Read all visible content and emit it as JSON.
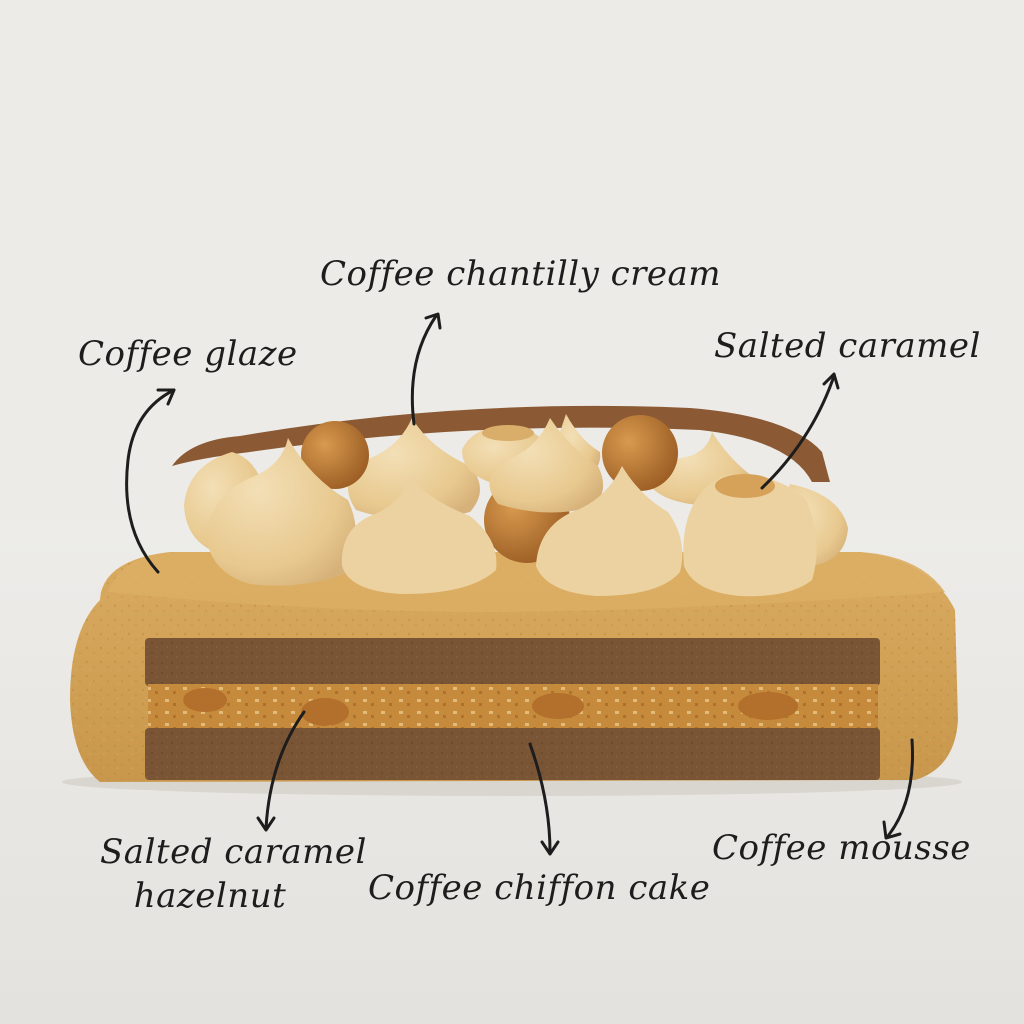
{
  "labels": {
    "coffee_glaze": "Coffee glaze",
    "coffee_chantilly_cream": "Coffee chantilly cream",
    "salted_caramel": "Salted caramel",
    "salted_caramel_hazelnut_line1": "Salted caramel",
    "salted_caramel_hazelnut_line2": "hazelnut",
    "coffee_chiffon_cake": "Coffee chiffon cake",
    "coffee_mousse": "Coffee mousse"
  },
  "colors": {
    "background": "#ecebe8",
    "floor": "#e7e5e1",
    "mousse": "#d4a45a",
    "mousse_shadow": "#c59549",
    "chiffon_cake": "#7a5535",
    "caramel_layer": "#c68a3c",
    "hazelnut": "#b36f2c",
    "chantilly": "#ecd2a0",
    "chantilly_shadow": "#d6b27a",
    "chocolate_decoration": "#8b5a34",
    "annotation_ink": "#1d1d1d"
  },
  "icons": [
    "arrow-coffee-glaze",
    "arrow-chantilly",
    "arrow-salted-caramel",
    "arrow-caramel-hazelnut",
    "arrow-chiffon",
    "arrow-mousse"
  ]
}
